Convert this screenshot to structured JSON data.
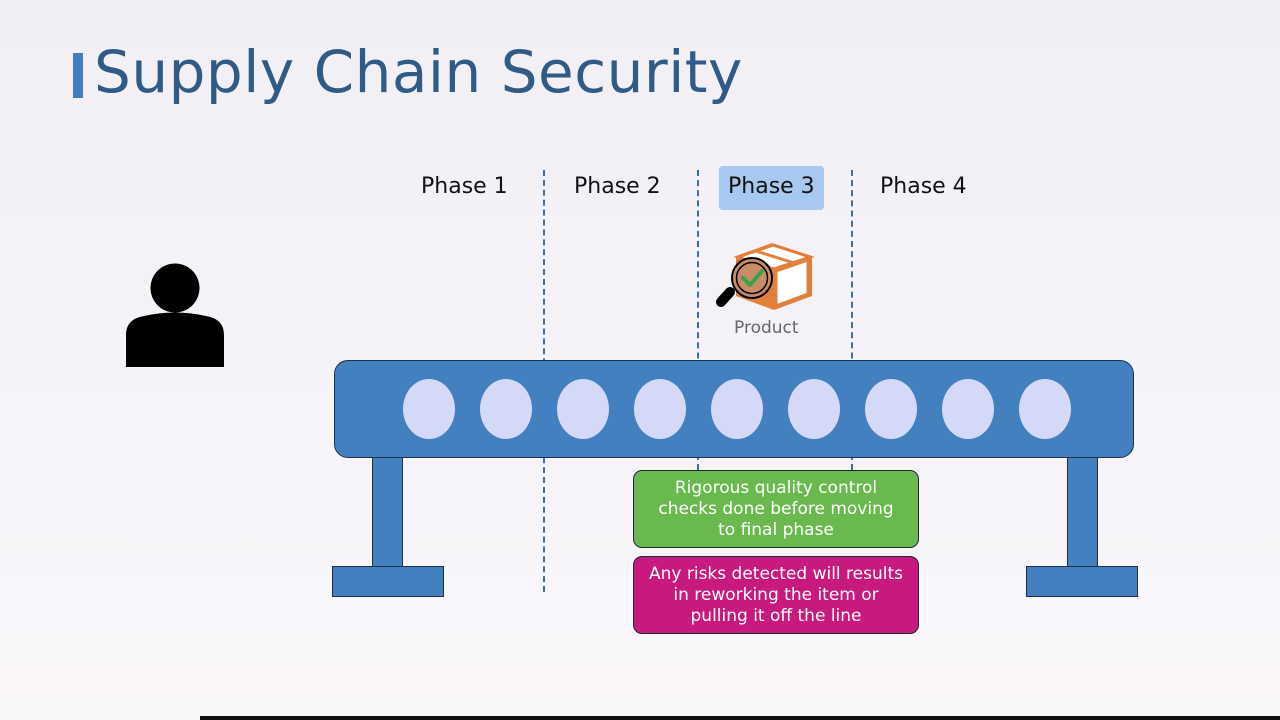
{
  "slide": {
    "title": "Supply Chain Security",
    "accent_color": "#3f7fc0"
  },
  "phases": [
    {
      "label": "Phase 1",
      "active": false
    },
    {
      "label": "Phase 2",
      "active": false
    },
    {
      "label": "Phase 3",
      "active": true
    },
    {
      "label": "Phase 4",
      "active": false
    }
  ],
  "product": {
    "label": "Product",
    "icon": "box-inspect-icon"
  },
  "actor": {
    "icon": "person-icon"
  },
  "conveyor": {
    "roller_count": 9,
    "color": "#4380bf",
    "roller_color": "#d3d9f6"
  },
  "callouts": {
    "quality": {
      "text": "Rigorous quality control checks done before moving to final phase",
      "color": "#6ab94e"
    },
    "risk": {
      "text": "Any risks detected will results in reworking the item or pulling it off the line",
      "color": "#c8197f"
    }
  }
}
